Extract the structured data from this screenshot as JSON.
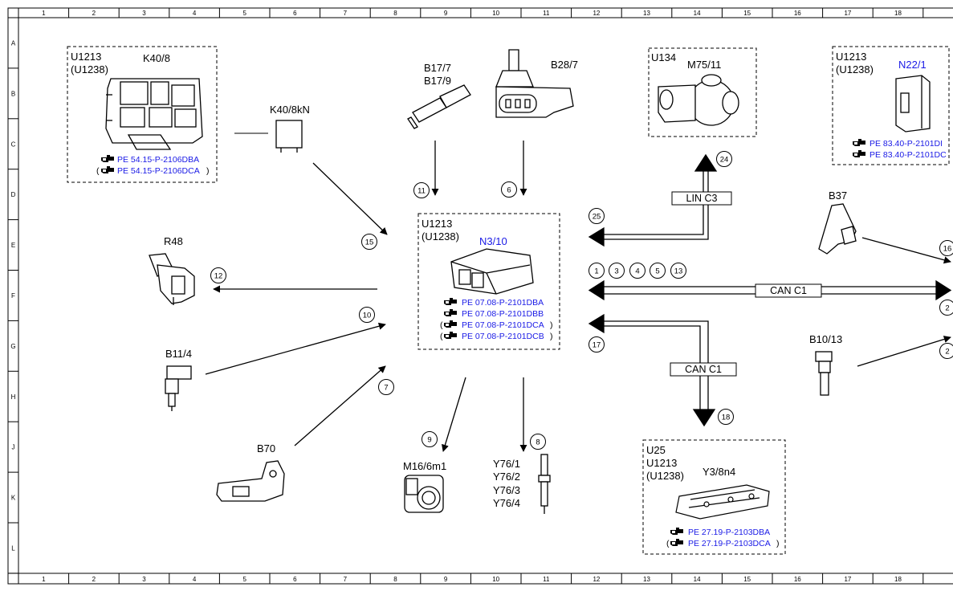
{
  "frame": {
    "columns": [
      "1",
      "2",
      "3",
      "4",
      "5",
      "6",
      "7",
      "8",
      "9",
      "10",
      "11",
      "12",
      "13",
      "14",
      "15",
      "16",
      "17",
      "18"
    ],
    "rows": [
      "A",
      "B",
      "C",
      "D",
      "E",
      "F",
      "G",
      "H",
      "J",
      "K",
      "L"
    ]
  },
  "components": {
    "k40": {
      "variant1": "U1213",
      "variant2": "(U1238)",
      "code": "K40/8",
      "ref1": "PE 54.15-P-2106DBA",
      "ref2": "PE 54.15-P-2106DCA",
      "paren_open": "(",
      "paren_close": ")"
    },
    "k40kn": {
      "code": "K40/8kN"
    },
    "b17": {
      "code1": "B17/7",
      "code2": "B17/9"
    },
    "b28": {
      "code": "B28/7"
    },
    "u134": {
      "variant": "U134",
      "code": "M75/11"
    },
    "n22": {
      "variant1": "U1213",
      "variant2": "(U1238)",
      "code": "N22/1",
      "ref1": "PE 83.40-P-2101DI",
      "ref2": "PE 83.40-P-2101DC"
    },
    "r48": {
      "code": "R48"
    },
    "n3": {
      "variant1": "U1213",
      "variant2": "(U1238)",
      "code": "N3/10",
      "ref1": "PE 07.08-P-2101DBA",
      "ref2": "PE 07.08-P-2101DBB",
      "ref3": "PE 07.08-P-2101DCA",
      "ref4": "PE 07.08-P-2101DCB",
      "paren_open": "(",
      "paren_close": ")"
    },
    "b37": {
      "code": "B37"
    },
    "b11": {
      "code": "B11/4"
    },
    "b10": {
      "code": "B10/13"
    },
    "b70": {
      "code": "B70"
    },
    "m16": {
      "code": "M16/6m1"
    },
    "y76": {
      "code1": "Y76/1",
      "code2": "Y76/2",
      "code3": "Y76/3",
      "code4": "Y76/4"
    },
    "y3": {
      "variant1": "U25",
      "variant2": "U1213",
      "variant3": "(U1238)",
      "code": "Y3/8n4",
      "ref1": "PE 27.19-P-2103DBA",
      "ref2": "PE 27.19-P-2103DCA",
      "paren_open": "(",
      "paren_close": ")"
    }
  },
  "buses": {
    "lin": "LIN C3",
    "can_main": "CAN C1",
    "can_lower": "CAN C1"
  },
  "signals": {
    "s1": "1",
    "s2": "2",
    "s2b": "2",
    "s3": "3",
    "s4": "4",
    "s5": "5",
    "s6": "6",
    "s7": "7",
    "s8": "8",
    "s9": "9",
    "s10": "10",
    "s11": "11",
    "s12": "12",
    "s13": "13",
    "s15": "15",
    "s16": "16",
    "s17": "17",
    "s18": "18",
    "s24": "24",
    "s25": "25"
  },
  "icons": [
    "connector-icon",
    "relay-icon",
    "sensor-icon",
    "pressure-sensor-icon",
    "pump-icon",
    "module-icon",
    "heater-icon",
    "ecu-icon",
    "pedal-sensor-icon",
    "throttle-icon",
    "injector-icon",
    "valve-body-icon",
    "reference-hand-icon"
  ],
  "colors": {
    "line": "#000000",
    "reference": "#1a1ae6"
  }
}
